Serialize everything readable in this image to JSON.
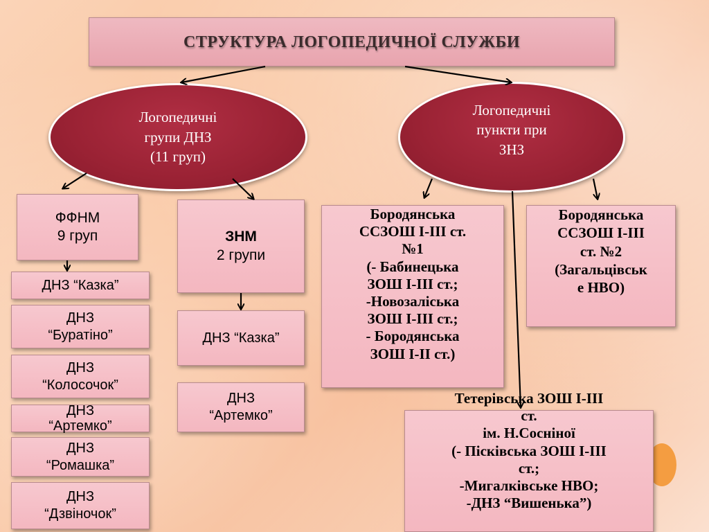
{
  "title": "СТРУКТУРА ЛОГОПЕДИЧНОЇ СЛУЖБИ",
  "left_ellipse": {
    "lines": [
      "Логопедичні",
      "групи ДНЗ",
      "(11 груп)"
    ]
  },
  "right_ellipse": {
    "lines": [
      "Логопедичні",
      "пункти при",
      "ЗНЗ"
    ]
  },
  "ffnm": {
    "lines": [
      "ФФНМ",
      "9 груп"
    ]
  },
  "znm": {
    "lines": [
      "ЗНМ",
      "2 групи"
    ]
  },
  "left_list": [
    [
      "ДНЗ “Казка”"
    ],
    [
      "ДНЗ",
      "“Буратіно”"
    ],
    [
      "ДНЗ",
      "“Колосочок”"
    ],
    [
      "ДНЗ",
      "“Артемко”"
    ],
    [
      "ДНЗ",
      "“Ромашка”"
    ],
    [
      "ДНЗ",
      "“Дзвіночок”"
    ]
  ],
  "mid_list": [
    [
      "ДНЗ “Казка”"
    ],
    [
      "ДНЗ",
      "“Артемко”"
    ]
  ],
  "school1": {
    "lines": [
      "Бородянська",
      "ССЗОШ І-ІІІ ст.",
      "№1",
      "(- Бабинецька",
      "ЗОШ І-ІІІ ст.;",
      "-Новозаліська",
      "ЗОШ І-ІІІ ст.;",
      "- Бородянська",
      "ЗОШ І-ІІ ст.)"
    ]
  },
  "school2": {
    "lines": [
      "Бородянська",
      "ССЗОШ І-ІІІ",
      "ст. №2",
      "(Загальцівськ",
      "е НВО)"
    ]
  },
  "school3": {
    "lines": [
      "Тетерівська  ЗОШ І-ІІІ",
      "ст.",
      "ім. Н.Сосніної",
      "(- Пісківська ЗОШ І-ІІІ",
      "ст.;",
      "-Мигалківське НВО;",
      "-ДНЗ “Вишенька”)"
    ]
  }
}
